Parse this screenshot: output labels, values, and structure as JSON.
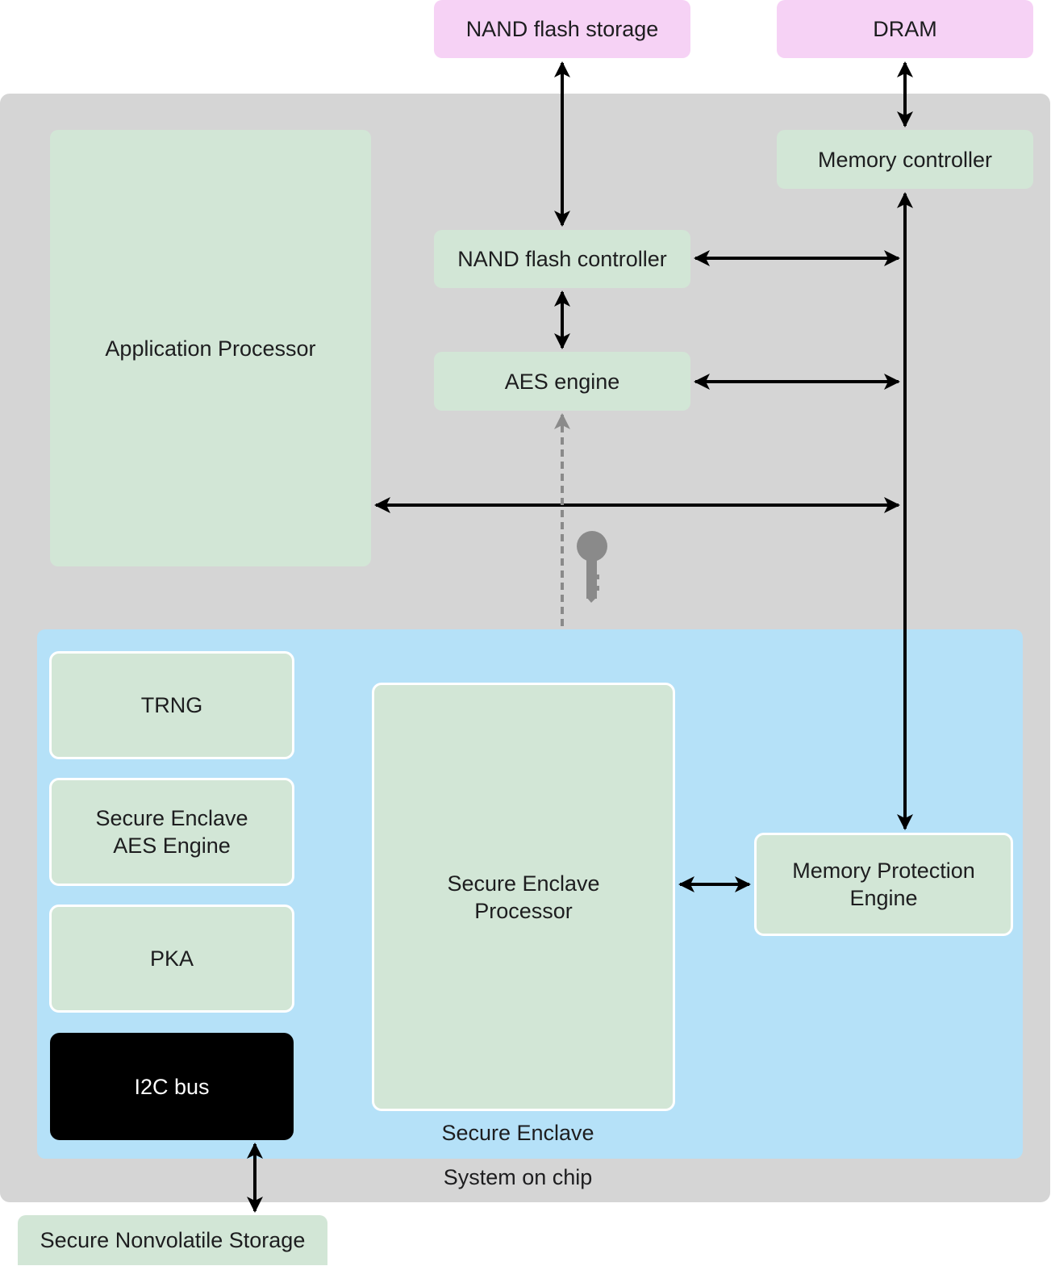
{
  "colors": {
    "soc_background": "#d5d5d5",
    "enclave_background": "#b5e1f8",
    "component": "#d2e6d6",
    "external_memory": "#f6d2f5",
    "bus": "#000000",
    "key_path": "#8a8a8a"
  },
  "external": {
    "nand_storage": "NAND flash storage",
    "dram": "DRAM",
    "secure_storage": "Secure Nonvolatile Storage"
  },
  "soc": {
    "label": "System on chip",
    "application_processor": "Application Processor",
    "memory_controller": "Memory controller",
    "nand_controller": "NAND flash controller",
    "aes_engine": "AES engine"
  },
  "enclave": {
    "label": "Secure Enclave",
    "trng": "TRNG",
    "se_aes": "Secure Enclave\nAES Engine",
    "pka": "PKA",
    "i2c": "I2C bus",
    "sep": "Secure Enclave\nProcessor",
    "mpe": "Memory Protection\nEngine"
  },
  "icons": {
    "key": "key-icon"
  }
}
